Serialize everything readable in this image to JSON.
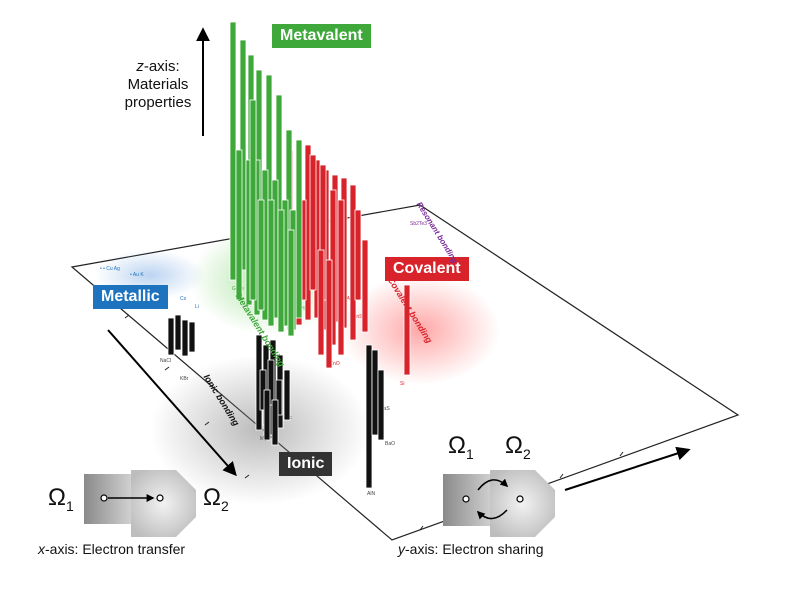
{
  "zaxis": {
    "line1_italic": "z",
    "line1_rest": "-axis:",
    "line2": "Materials",
    "line3": "properties"
  },
  "badges": {
    "metavalent": {
      "text": "Metavalent",
      "color": "#3ea83a"
    },
    "covalent": {
      "text": "Covalent",
      "color": "#d9232a"
    },
    "metallic": {
      "text": "Metallic",
      "color": "#1e73be"
    },
    "ionic": {
      "text": "Ionic",
      "color": "#333333"
    }
  },
  "plane_labels": {
    "metavalent_bonding": "Metavalent bonding",
    "covalent_bonding": "Covalent bonding",
    "ionic_bonding": "Ionic bonding",
    "resonant_bonding": "Resonant bonding"
  },
  "icons": {
    "omega": "Ω",
    "sub1": "1",
    "sub2": "2"
  },
  "xaxis": {
    "italic": "x",
    "rest": "-axis: Electron transfer"
  },
  "yaxis": {
    "italic": "y",
    "rest": "-axis: Electron sharing"
  },
  "colors": {
    "green": "#3ea83a",
    "red": "#d9232a",
    "black": "#111111",
    "blue": "#1e73be"
  }
}
